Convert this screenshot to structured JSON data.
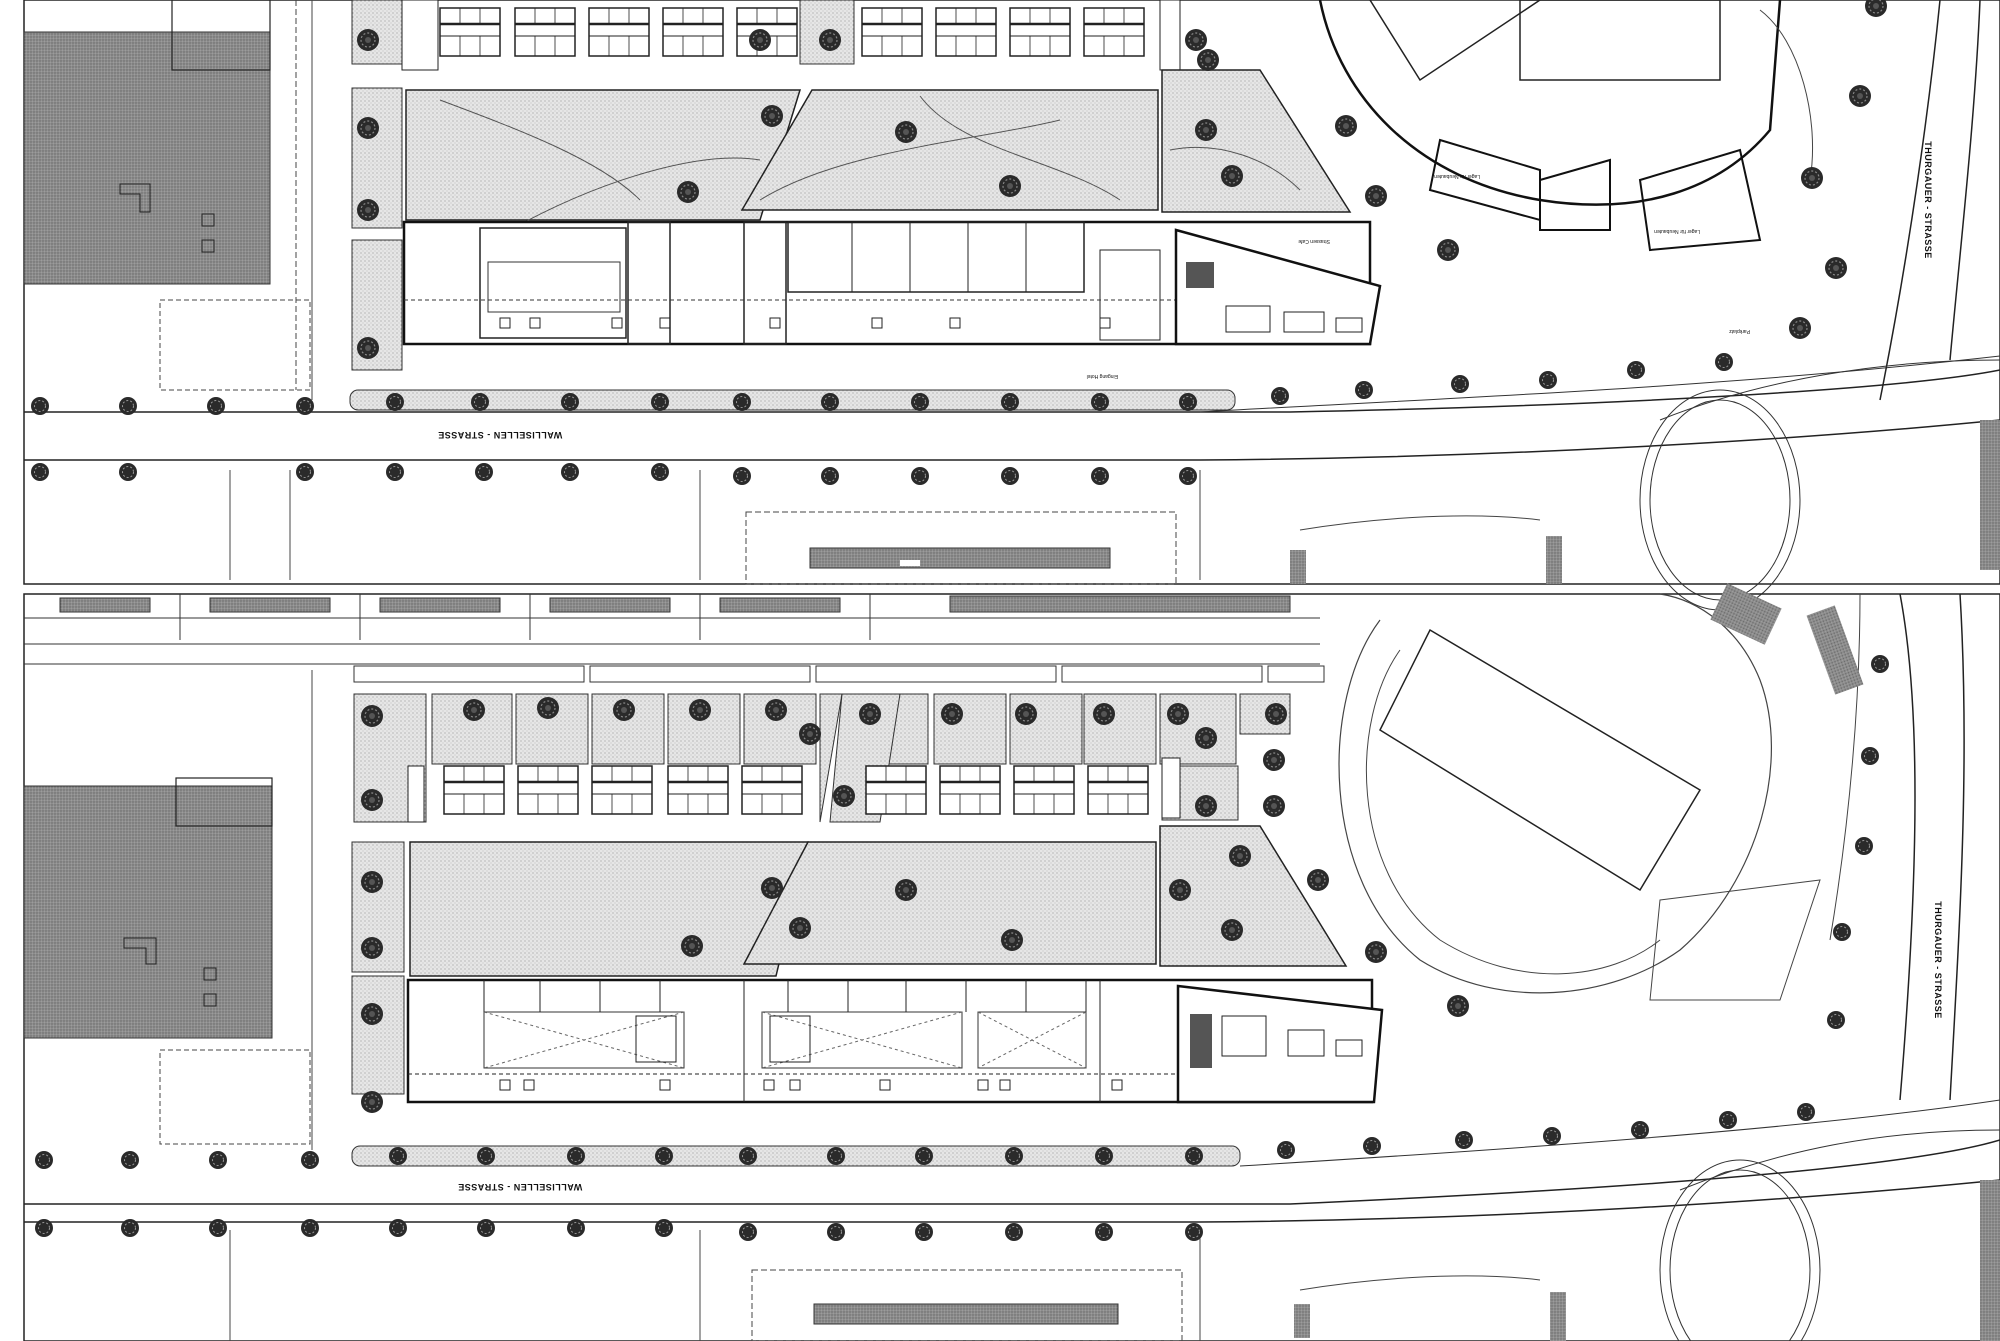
{
  "streets": {
    "north": "WALLISELLEN - STRASSE",
    "east": "THURGAUER - STRASSE"
  },
  "plan_top": {
    "labels": {
      "entrance": "Eingang Hotel",
      "parking": "Parkplatz",
      "cafe": "Strassen Cafe",
      "storage1": "Lager für Neubauten",
      "storage2": "Lager für Neubauten"
    }
  },
  "colors": {
    "ink": "#1a1a1a",
    "court": "#dedede",
    "building_dark": "#8a8a8a",
    "building_mid": "#a0a0a0",
    "tree": "#2a2a2a"
  }
}
